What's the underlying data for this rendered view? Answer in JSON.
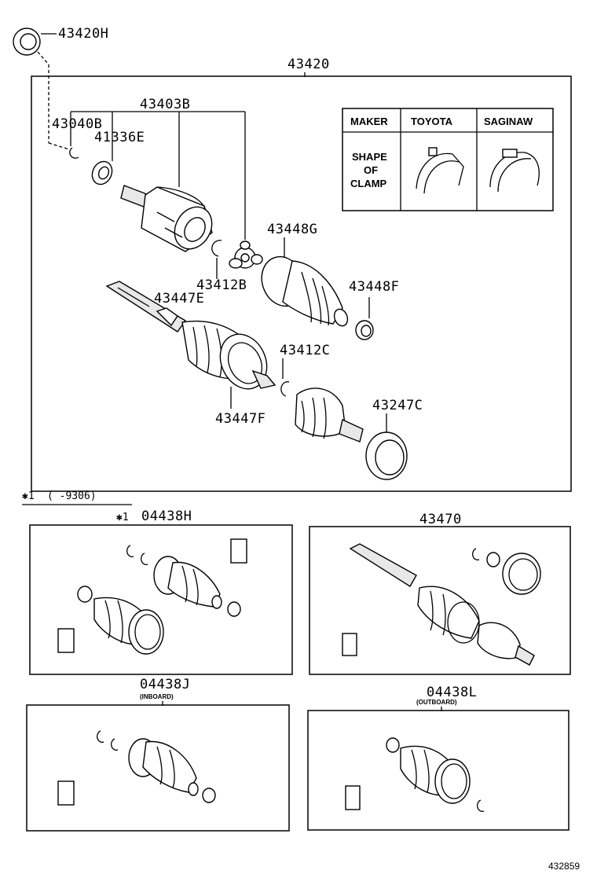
{
  "labels": {
    "p43420H": "43420H",
    "p43420": "43420",
    "p43403B": "43403B",
    "p43040B": "43040B",
    "p41336E": "41336E",
    "p43448G": "43448G",
    "p43412B": "43412B",
    "p43447E": "43447E",
    "p43448F": "43448F",
    "p43412C": "43412C",
    "p43447F": "43447F",
    "p43247C": "43247C",
    "p04438H": "04438H",
    "p43470": "43470",
    "p04438J": "04438J",
    "p04438L": "04438L"
  },
  "sublabels": {
    "inboard": "(INBOARD)",
    "outboard": "(OUTBOARD)"
  },
  "note": {
    "marker": "✱1",
    "range": "(      -9306)",
    "ref_marker": "✱1"
  },
  "clamp_table": {
    "header_maker": "MAKER",
    "header_toyota": "TOYOTA",
    "header_saginaw": "SAGINAW",
    "row_label_1": "SHAPE",
    "row_label_2": "OF",
    "row_label_3": "CLAMP"
  },
  "figure_code": "432859"
}
